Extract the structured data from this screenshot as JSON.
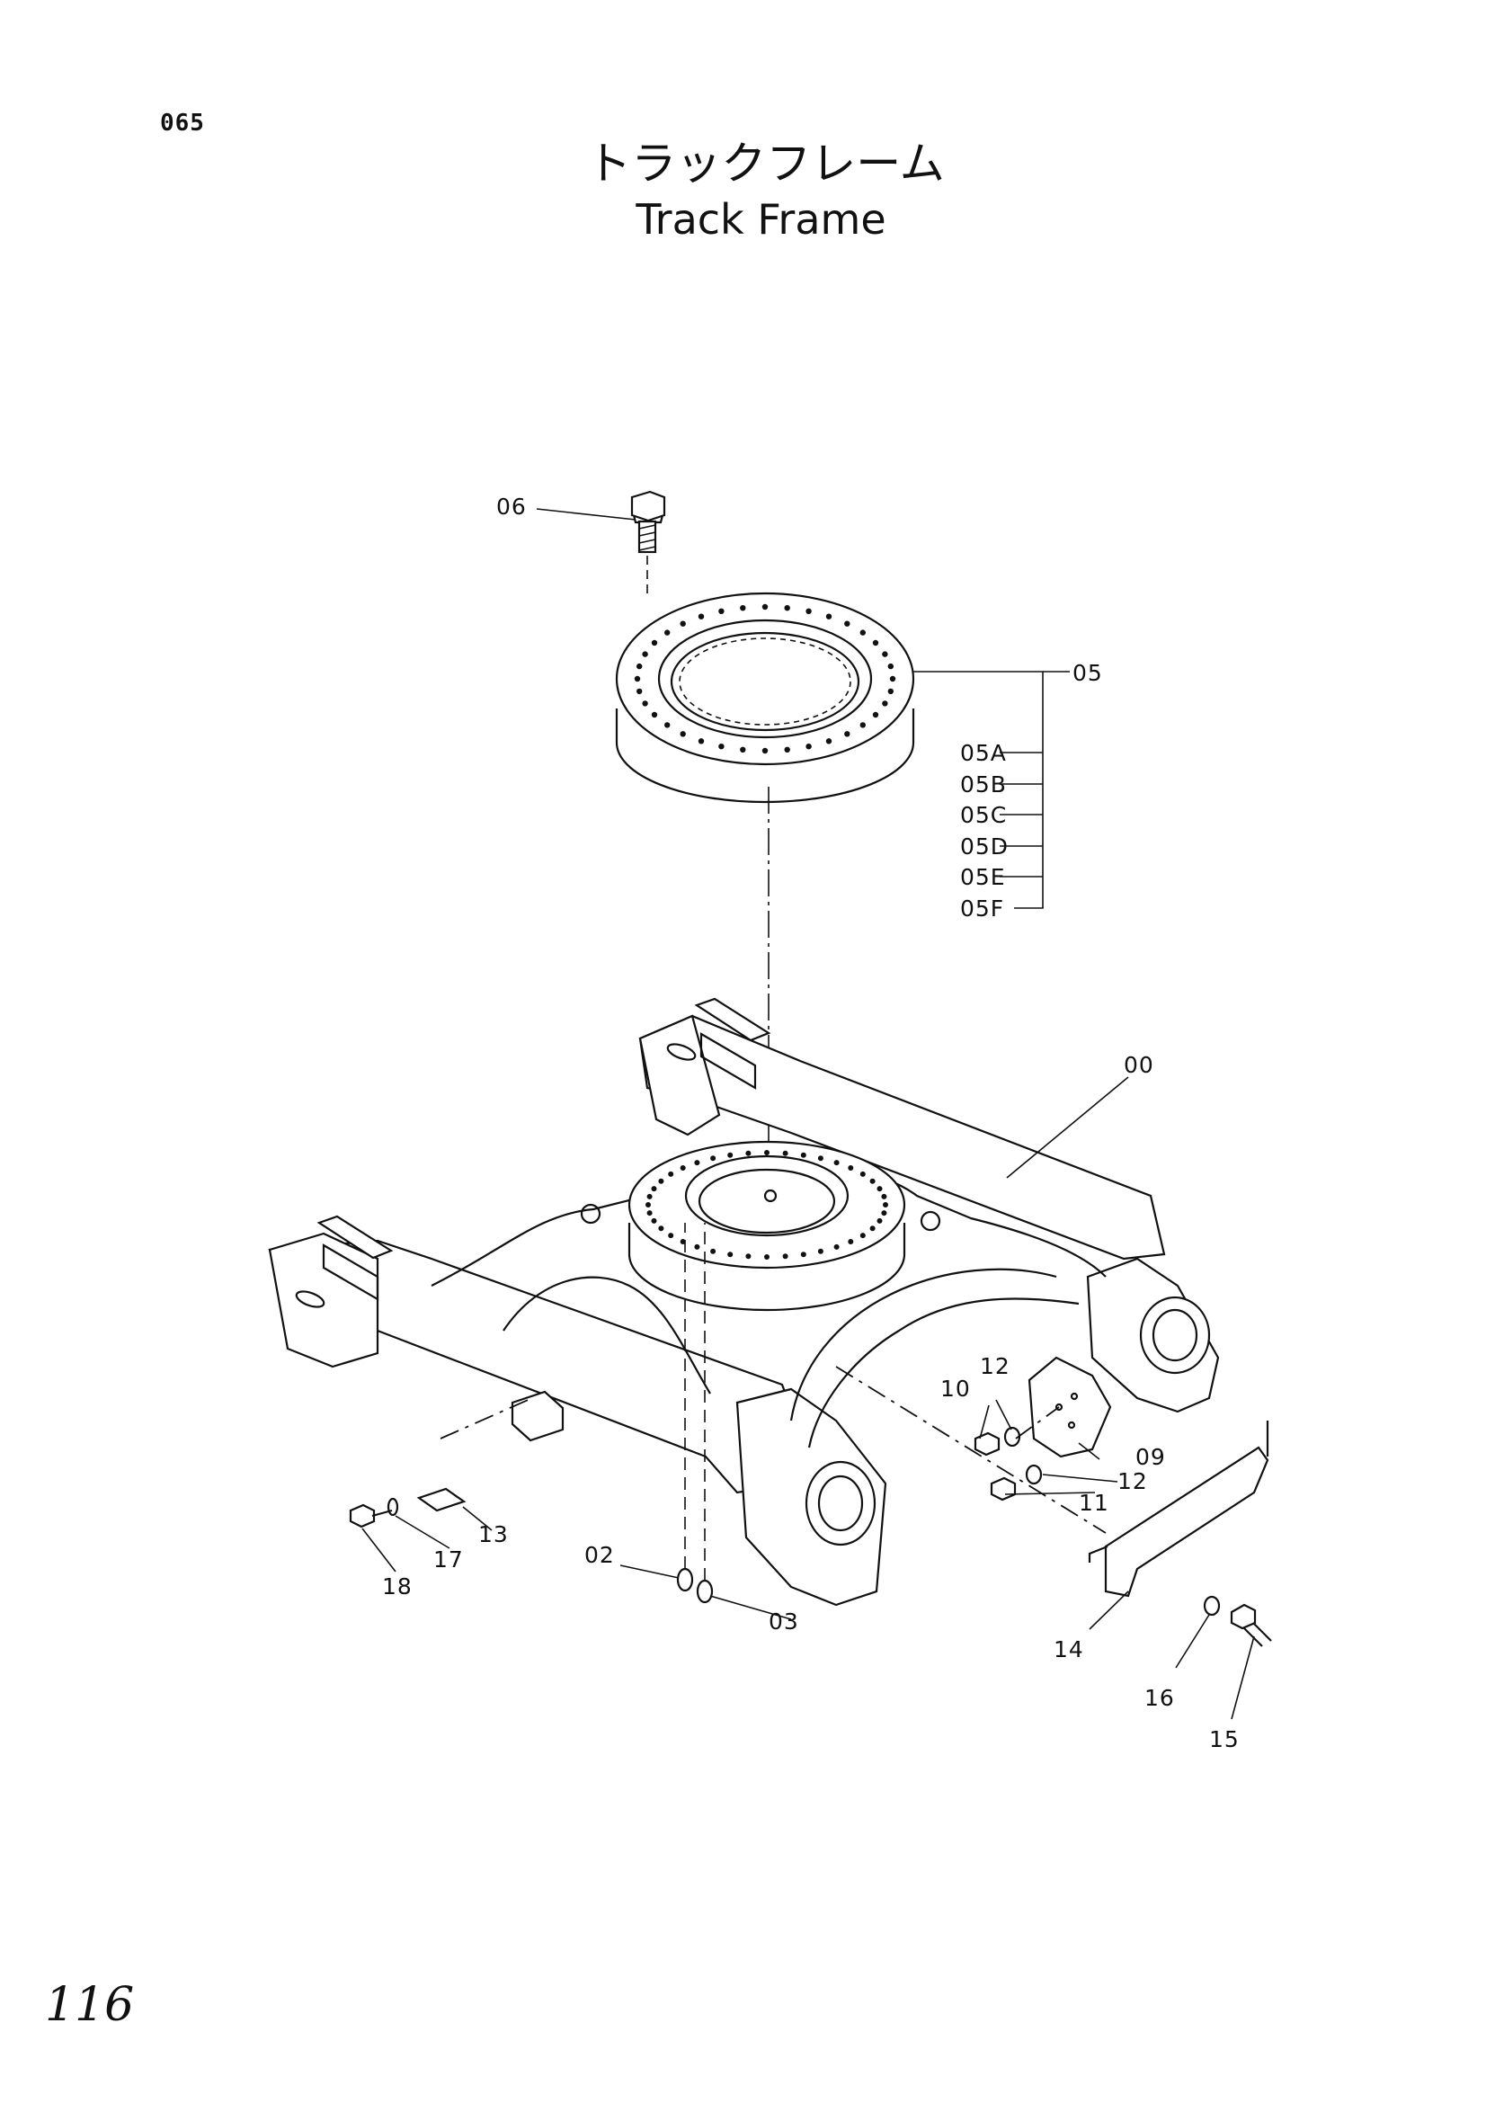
{
  "page": {
    "code": "065",
    "title_jp": "トラックフレーム",
    "title_en": "Track Frame",
    "handwritten_note": "116"
  },
  "callouts": {
    "c00": "00",
    "c02": "02",
    "c03": "03",
    "c05": "05",
    "c05A": "05A",
    "c05B": "05B",
    "c05C": "05C",
    "c05D": "05D",
    "c05E": "05E",
    "c05F": "05F",
    "c06": "06",
    "c09": "09",
    "c10": "10",
    "c11": "11",
    "c12a": "12",
    "c12b": "12",
    "c13": "13",
    "c14": "14",
    "c15": "15",
    "c16": "16",
    "c17": "17",
    "c18": "18"
  }
}
